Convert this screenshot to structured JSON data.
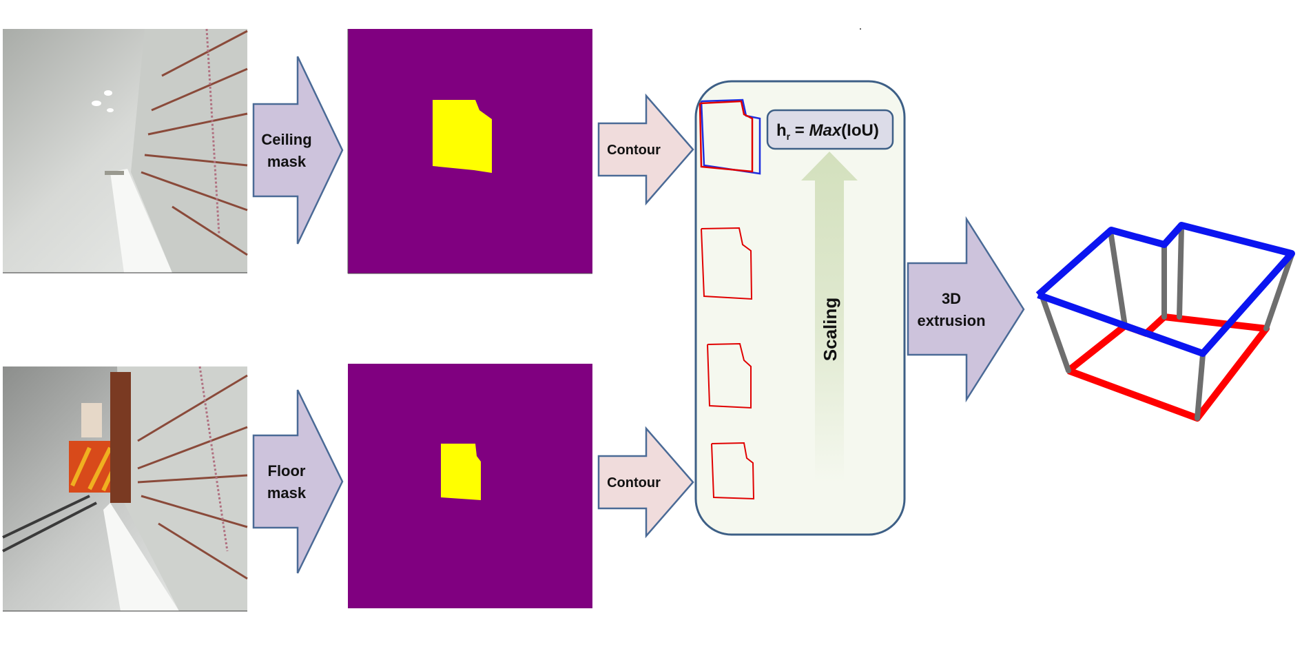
{
  "labels": {
    "ceiling_mask_line1": "Ceiling",
    "ceiling_mask_line2": "mask",
    "floor_mask_line1": "Floor",
    "floor_mask_line2": "mask",
    "contour_top": "Contour",
    "contour_bottom": "Contour",
    "formula_h": "h",
    "formula_sub": "r",
    "formula_eq": " = ",
    "formula_max": "Max",
    "formula_iou": "(IoU)",
    "scaling": "Scaling",
    "extrusion_line1": "3D",
    "extrusion_line2": "extrusion"
  },
  "colors": {
    "mask_background": "#800080",
    "mask_foreground": "#ffff00",
    "arrow_mask_fill": "#cdc3dc",
    "arrow_contour_fill": "#f0dcdc",
    "arrow_stroke": "#4a6a96",
    "panel_fill": "#f5f8ef",
    "panel_stroke": "#3d5f86",
    "formula_box_fill": "#dcdce8",
    "contour_red": "#e00000",
    "contour_blue": "#1e2ee0",
    "scaling_arrow": "#d3e0bd",
    "ceiling_polygon": "#0b15f0",
    "floor_polygon": "#ff0000",
    "wall_edges": "#6e6e6e"
  },
  "images": {
    "ceiling_photo": "panorama-ceiling-view",
    "floor_photo": "panorama-floor-view"
  }
}
